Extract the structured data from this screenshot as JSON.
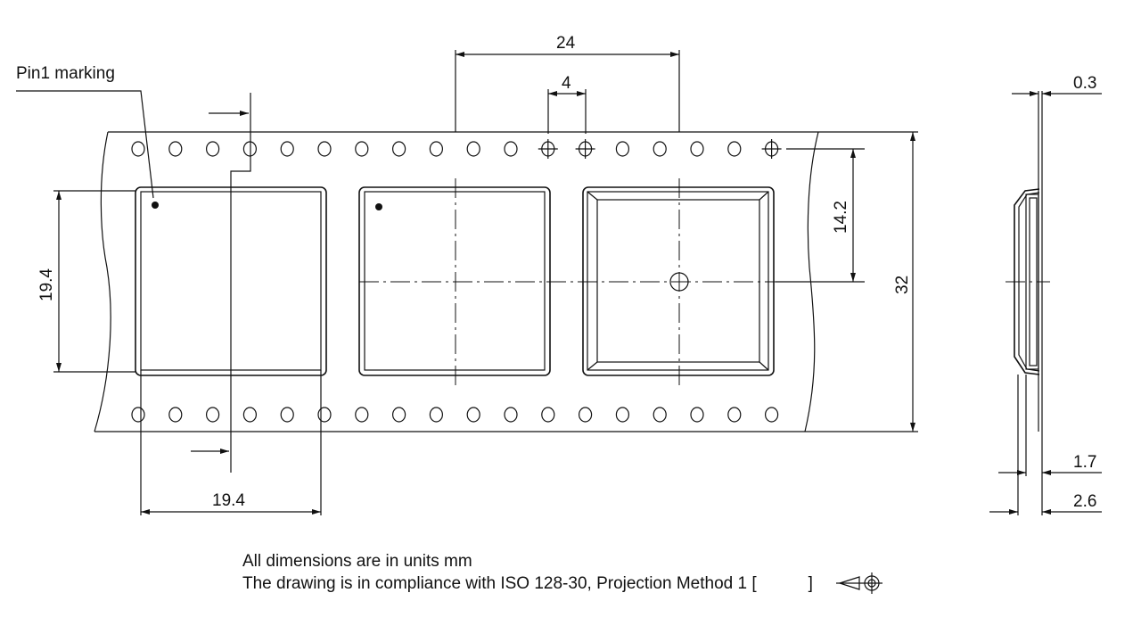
{
  "drawing": {
    "title": "Carrier tape drawing with pockets",
    "labels": {
      "pin1": "Pin1 marking",
      "pitch": "24",
      "hole_pitch": "4",
      "hole_to_center": "14.2",
      "tape_width": "32",
      "pocket_height": "19.4",
      "pocket_width": "19.4",
      "cover_thickness": "0.3",
      "pocket_inner_depth": "1.7",
      "pocket_total_depth": "2.6"
    },
    "notes": {
      "line1": "All dimensions are in units mm",
      "line2": "The drawing is in compliance with ISO 128-30, Projection Method 1 [",
      "line2_end": "]"
    },
    "colors": {
      "line": "#111111",
      "background": "#ffffff"
    }
  }
}
